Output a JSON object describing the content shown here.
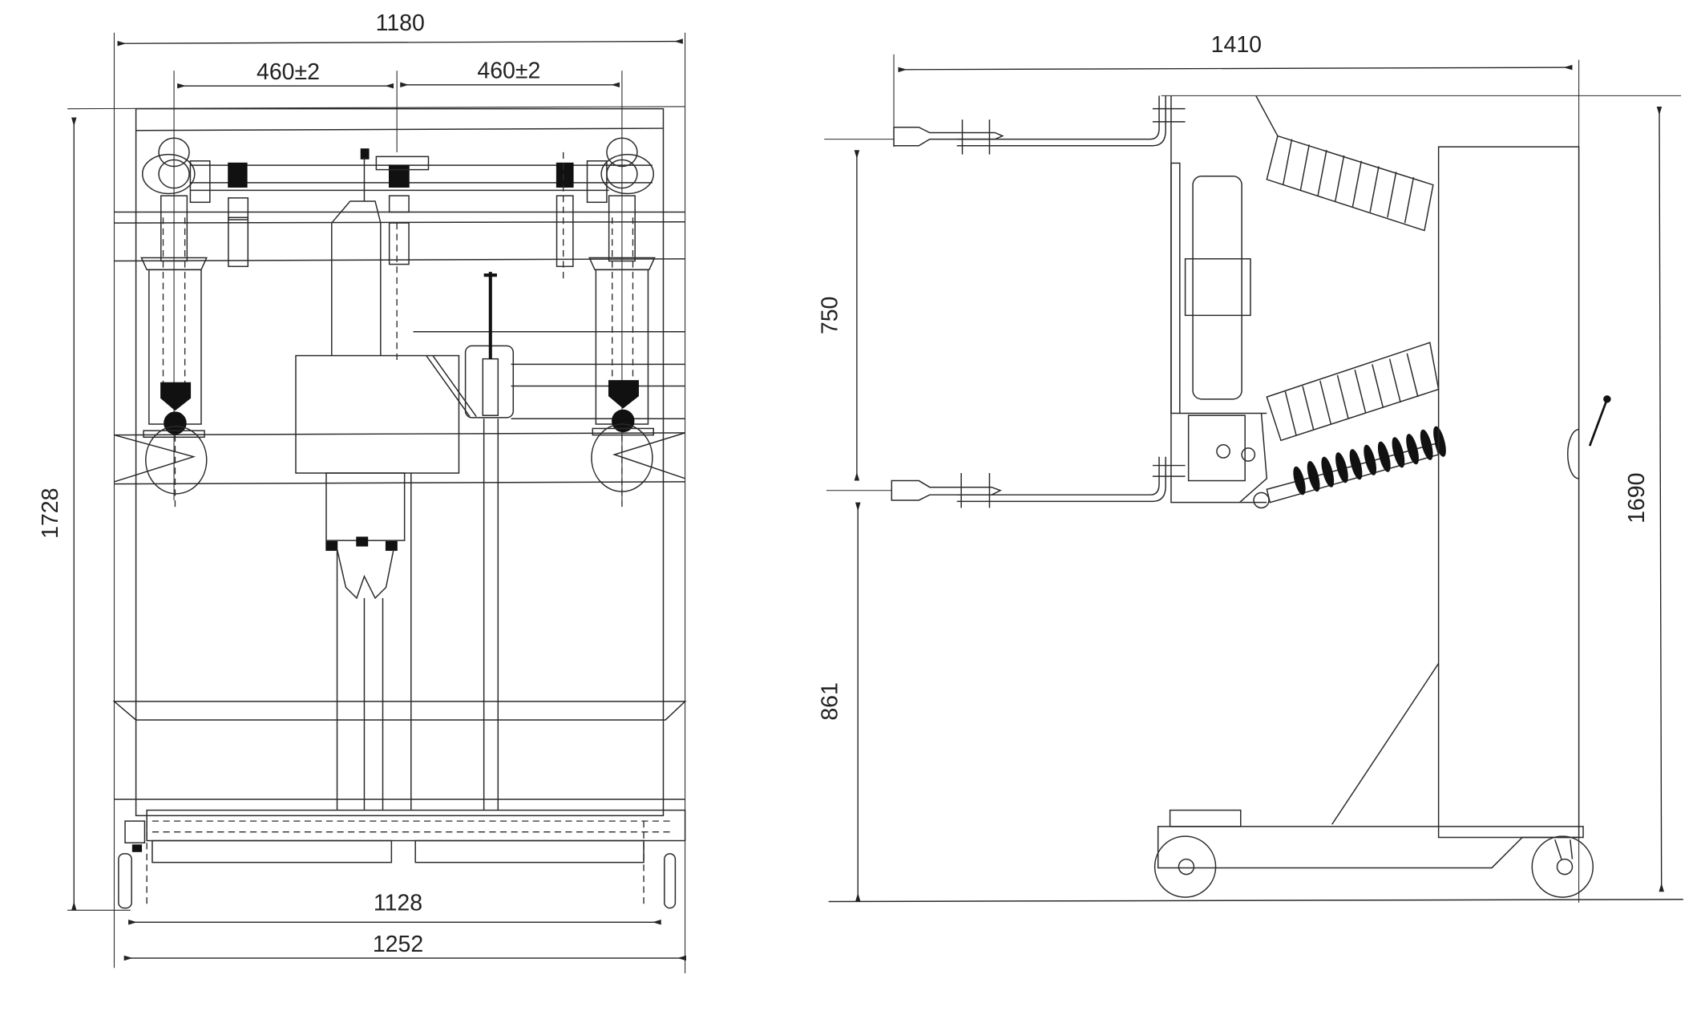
{
  "front_view": {
    "dimensions": {
      "overall_width_top": "1180",
      "pole_spacing_left": "460±2",
      "pole_spacing_right": "460±2",
      "overall_height": "1728",
      "wheel_track": "1128",
      "overall_width_bottom": "1252"
    }
  },
  "side_view": {
    "dimensions": {
      "overall_depth": "1410",
      "contact_spacing": "750",
      "lower_contact_height": "861",
      "overall_height": "1690"
    }
  }
}
